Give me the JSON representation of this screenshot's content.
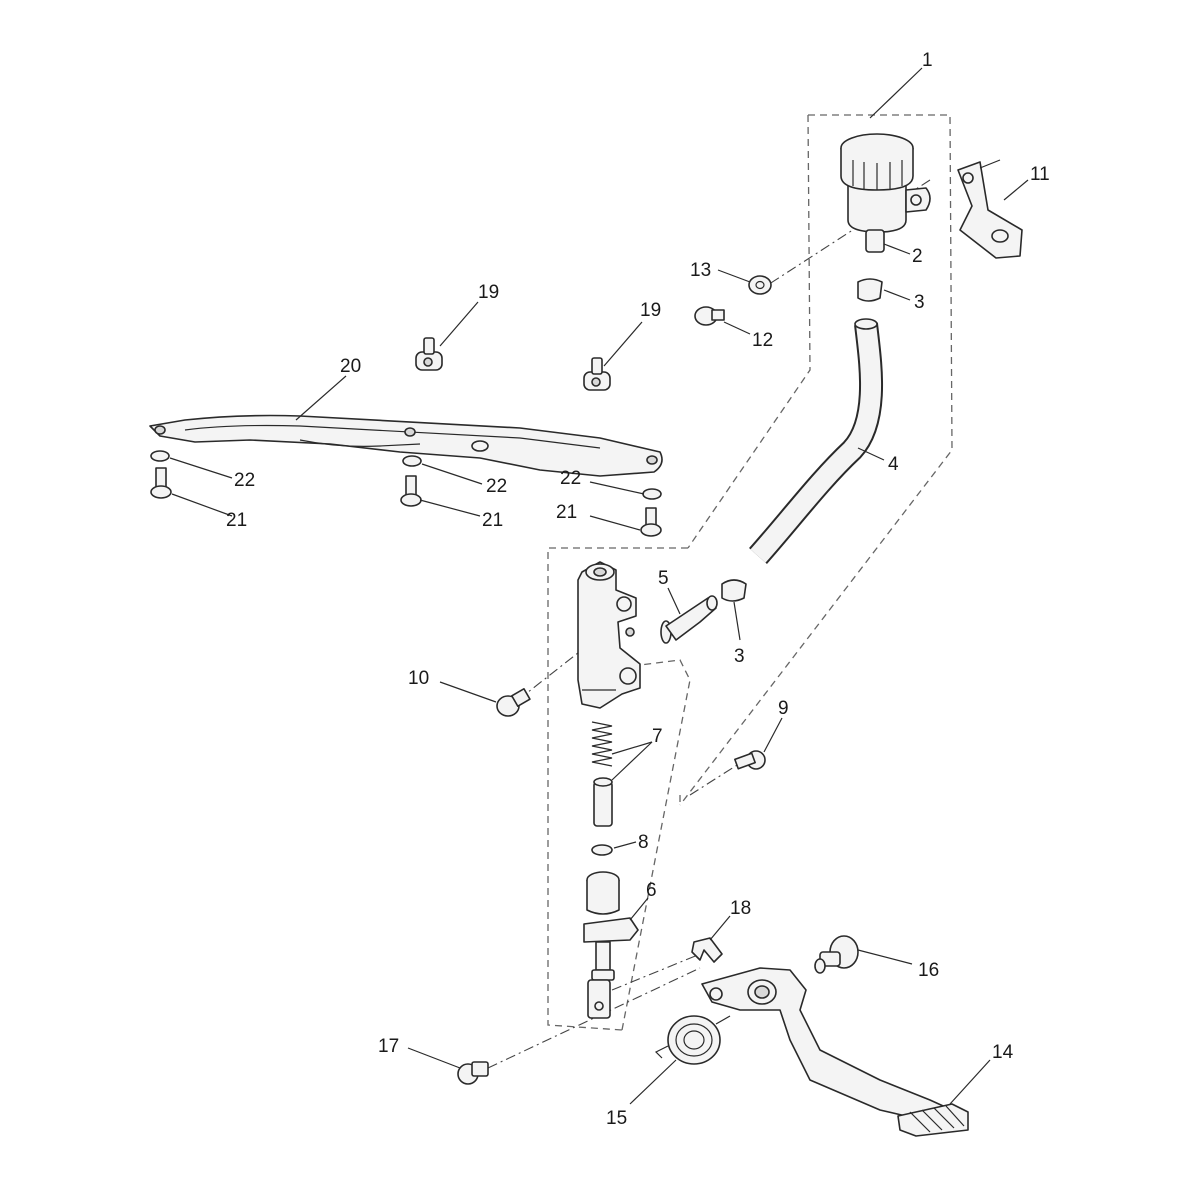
{
  "diagram": {
    "callouts": [
      {
        "id": "c1",
        "label": "1"
      },
      {
        "id": "c2",
        "label": "2"
      },
      {
        "id": "c3a",
        "label": "3"
      },
      {
        "id": "c3b",
        "label": "3"
      },
      {
        "id": "c4",
        "label": "4"
      },
      {
        "id": "c5",
        "label": "5"
      },
      {
        "id": "c6",
        "label": "6"
      },
      {
        "id": "c7",
        "label": "7"
      },
      {
        "id": "c8",
        "label": "8"
      },
      {
        "id": "c9",
        "label": "9"
      },
      {
        "id": "c10",
        "label": "10"
      },
      {
        "id": "c11",
        "label": "11"
      },
      {
        "id": "c12",
        "label": "12"
      },
      {
        "id": "c13",
        "label": "13"
      },
      {
        "id": "c14",
        "label": "14"
      },
      {
        "id": "c15",
        "label": "15"
      },
      {
        "id": "c16",
        "label": "16"
      },
      {
        "id": "c17",
        "label": "17"
      },
      {
        "id": "c18",
        "label": "18"
      },
      {
        "id": "c19a",
        "label": "19"
      },
      {
        "id": "c19b",
        "label": "19"
      },
      {
        "id": "c20",
        "label": "20"
      },
      {
        "id": "c21a",
        "label": "21"
      },
      {
        "id": "c21b",
        "label": "21"
      },
      {
        "id": "c21c",
        "label": "21"
      },
      {
        "id": "c22a",
        "label": "22"
      },
      {
        "id": "c22b",
        "label": "22"
      },
      {
        "id": "c22c",
        "label": "22"
      }
    ]
  }
}
